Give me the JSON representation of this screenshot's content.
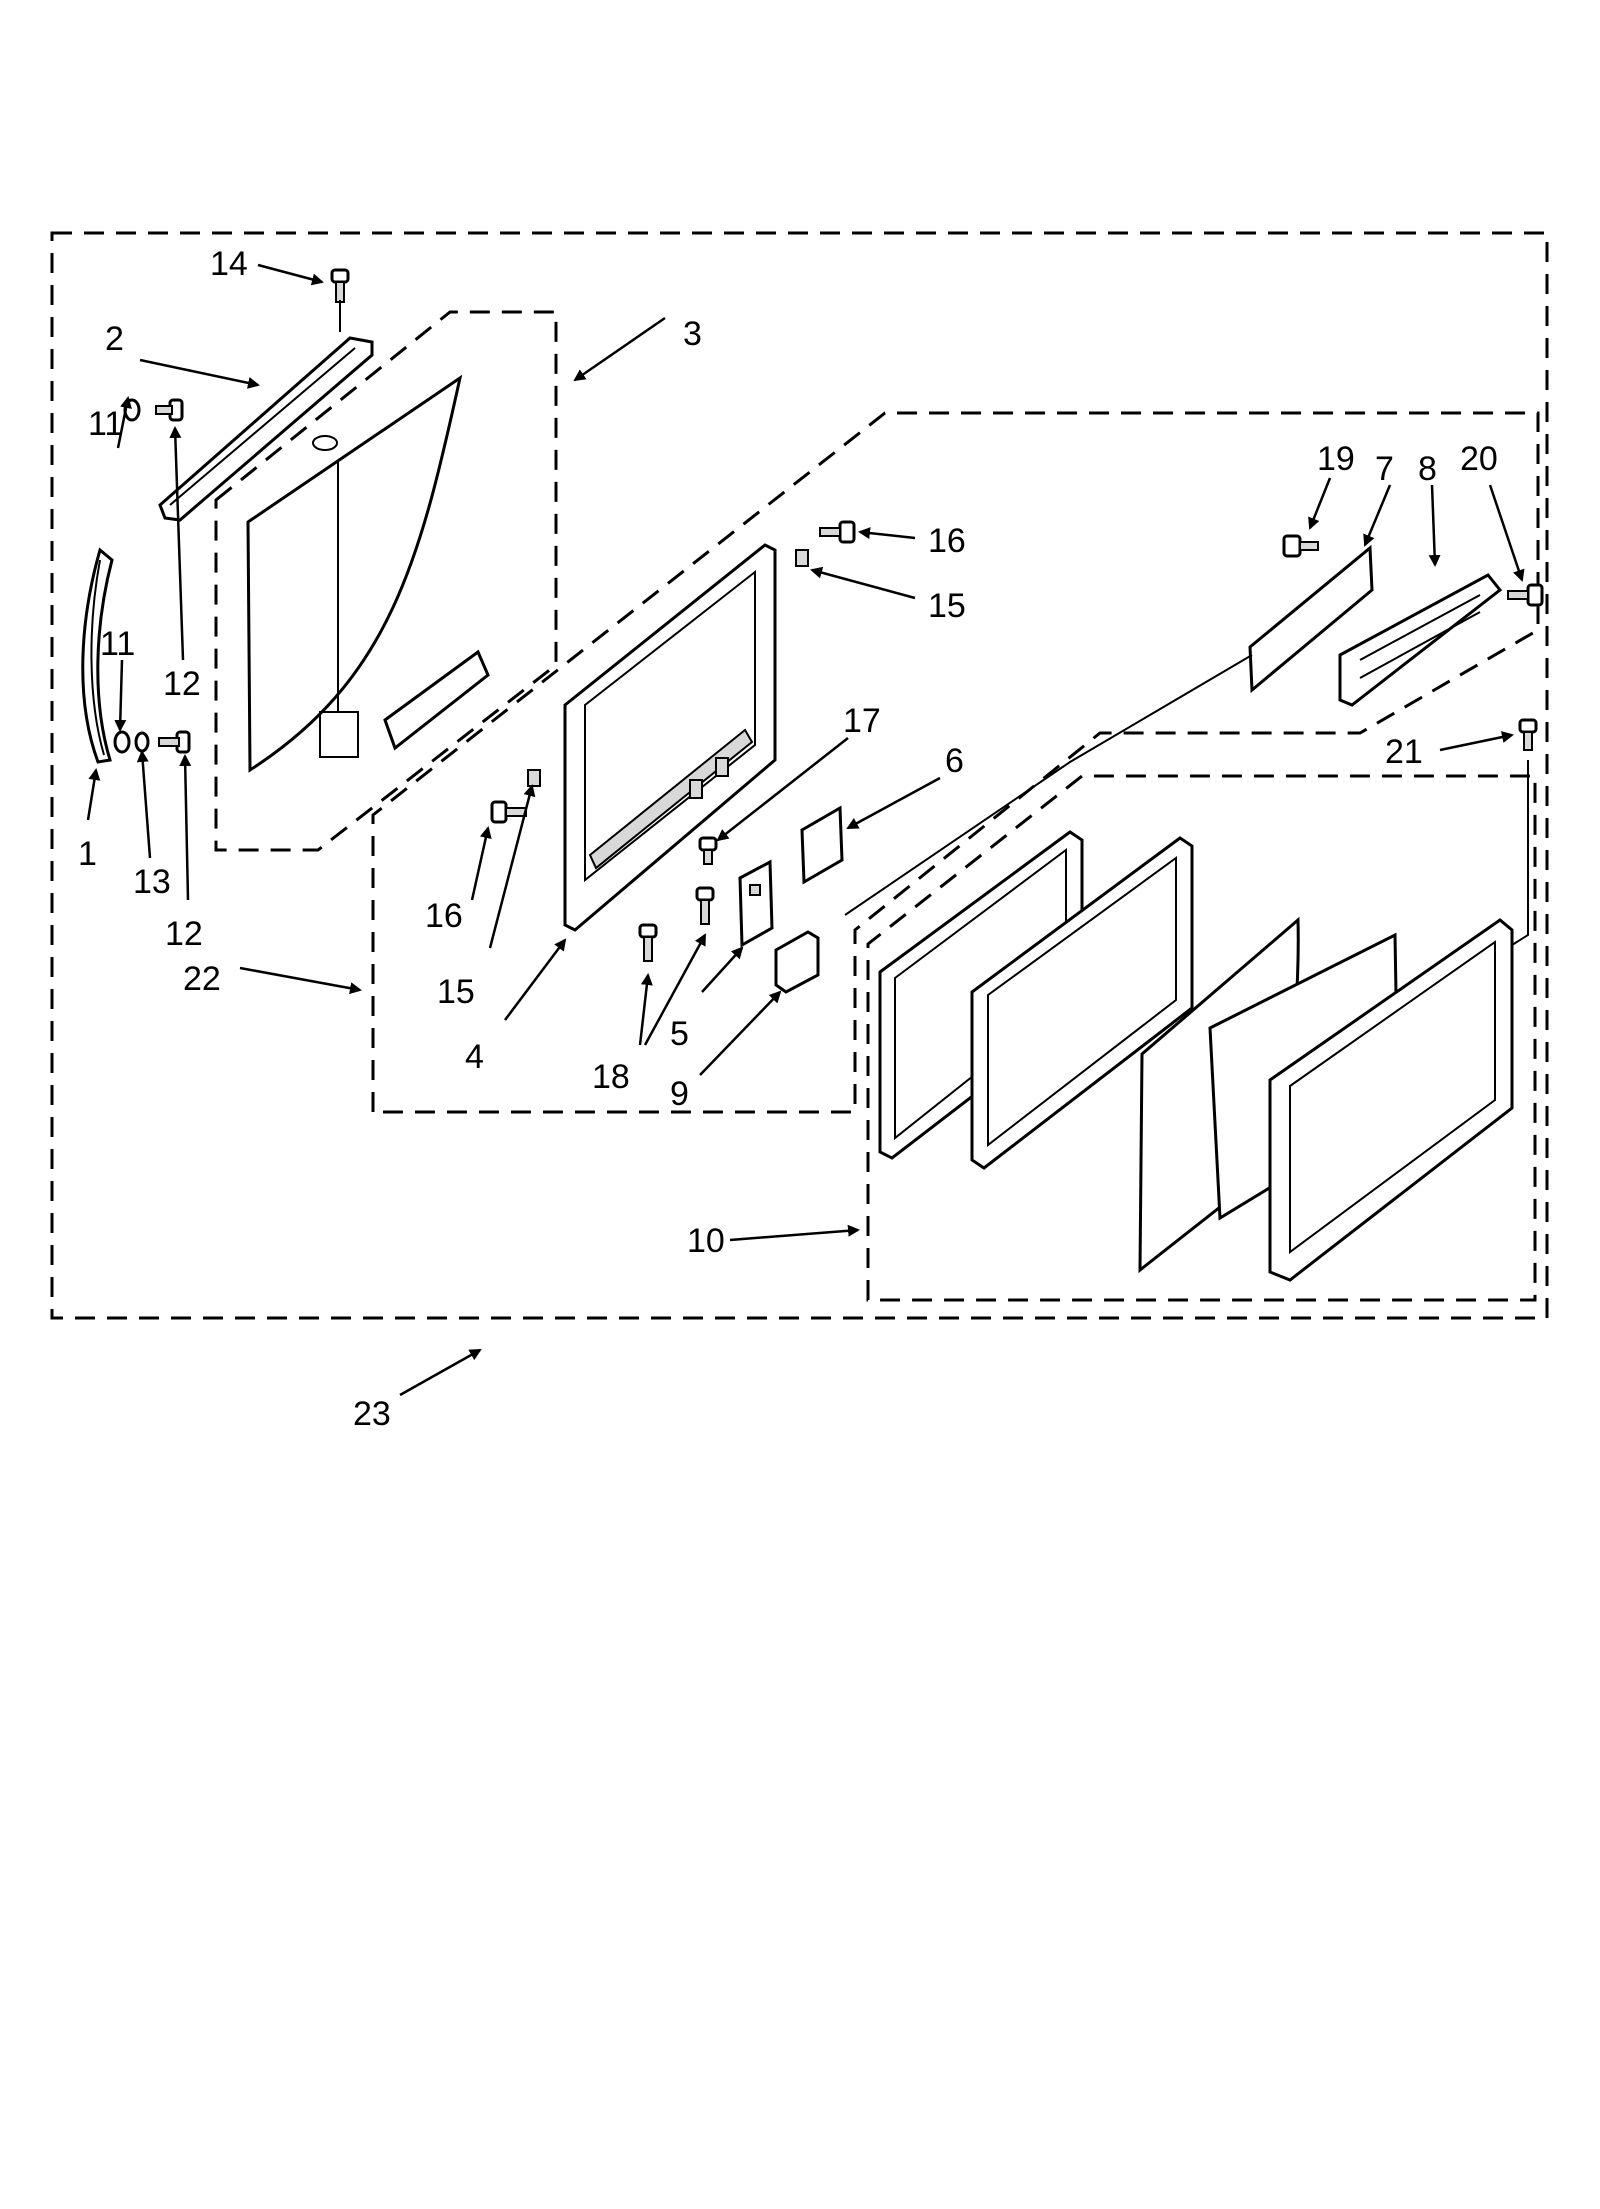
{
  "callouts": {
    "c1": "1",
    "c2": "2",
    "c3": "3",
    "c4": "4",
    "c5": "5",
    "c6": "6",
    "c7": "7",
    "c8": "8",
    "c9": "9",
    "c10": "10",
    "c11a": "11",
    "c11b": "11",
    "c12a": "12",
    "c12b": "12",
    "c13": "13",
    "c14": "14",
    "c15a": "15",
    "c15b": "15",
    "c16a": "16",
    "c16b": "16",
    "c17": "17",
    "c18": "18",
    "c19": "19",
    "c20": "20",
    "c21": "21",
    "c22": "22",
    "c23": "23"
  },
  "icons": {
    "screw": "screw-icon",
    "clip": "clip-icon",
    "washer": "washer-icon"
  }
}
